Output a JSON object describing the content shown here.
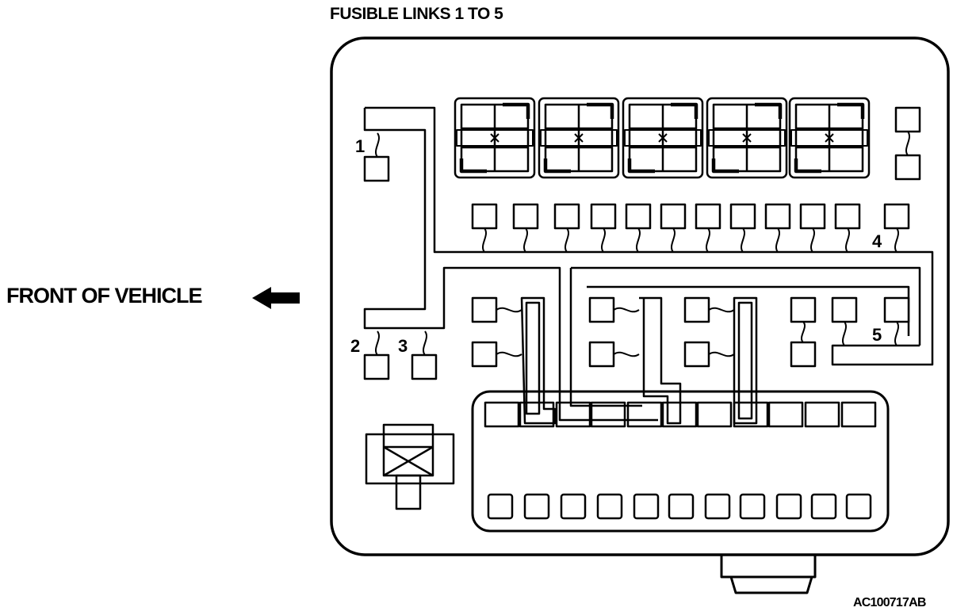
{
  "title": "FUSIBLE LINKS 1 TO 5",
  "direction_label": "FRONT OF VEHICLE",
  "figure_code": "AC100717AB",
  "link_numbers": [
    "1",
    "2",
    "3",
    "4",
    "5"
  ],
  "icons": {
    "direction_arrow": "arrow-left-icon"
  },
  "colors": {
    "line": "#000000",
    "background": "#ffffff"
  }
}
